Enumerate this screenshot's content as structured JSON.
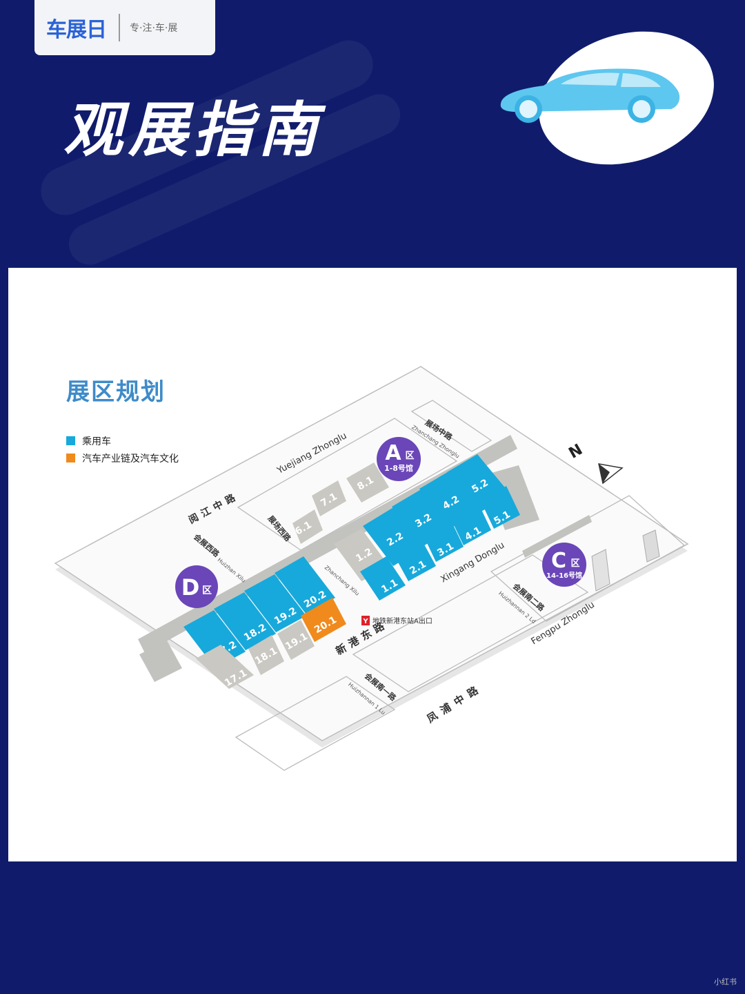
{
  "header": {
    "logo": "车展日",
    "slogan": "专·注·车·展",
    "title": "观展指南"
  },
  "section": {
    "title": "展区规划"
  },
  "legend": [
    {
      "label": "乘用车",
      "color": "#17a9db"
    },
    {
      "label": "汽车产业链及汽车文化",
      "color": "#f08a1c"
    }
  ],
  "colors": {
    "navy": "#101c6b",
    "passenger": "#17a9db",
    "industry": "#f08a1c",
    "gray_hall": "#c9c8c2",
    "road": "#c2c3bf"
  },
  "zones": [
    {
      "letter": "A",
      "suffix": "区",
      "sub": "1-8号馆"
    },
    {
      "letter": "C",
      "suffix": "区",
      "sub": "14-16号馆"
    },
    {
      "letter": "D",
      "suffix": "区",
      "sub": ""
    }
  ],
  "halls_blue": [
    "1.1",
    "2.1",
    "3.1",
    "4.1",
    "5.1",
    "2.2",
    "3.2",
    "4.2",
    "5.2",
    "17.2",
    "18.2",
    "19.2",
    "20.2"
  ],
  "halls_gray": [
    "1.2",
    "6.1",
    "7.1",
    "8.1",
    "17.1",
    "18.1",
    "19.1"
  ],
  "halls_orange": [
    "20.1"
  ],
  "roads": {
    "yuejiang": "Yuejiang Zhonglu",
    "yuejiang_cn": "阅江中路",
    "zhanchang_zhong": "展场中路",
    "zhanchang_zhong_en": "Zhanchang Zhonglu",
    "zhanchang_xi": "展场西路",
    "zhanchang_xi_en": "Zhanchang Xilu",
    "huizhan_xi": "会展西路",
    "huizhan_xi_en": "Huizhan Xilu",
    "xingang_dong": "Xingang Donglu",
    "xingang_dong_cn": "新港东路",
    "huizhan_nan2": "会展南二路",
    "huizhan_nan2_en": "Huizhannan 2 Ld",
    "huizhan_nan1": "会展南一路",
    "huizhan_nan1_en": "Huizhannan 1 Lu",
    "fengpu": "Fengpu Zhonglu",
    "fengpu_cn": "凤浦中路"
  },
  "metro": {
    "icon": "metro-icon",
    "label": "地铁新港东站A出口"
  },
  "compass": {
    "label": "N"
  },
  "watermark": "小红书"
}
